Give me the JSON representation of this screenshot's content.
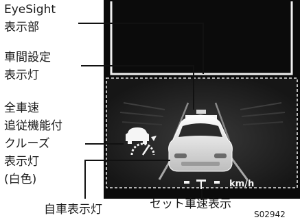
{
  "labels": {
    "eyesight_display": [
      "EyeSight",
      "表示部"
    ],
    "distance_setting_indicator": [
      "車間設定",
      "表示灯"
    ],
    "acc_indicator": [
      "全車速",
      "追従機能付",
      "クルーズ",
      "表示灯",
      "(白色)"
    ],
    "own_vehicle_indicator": "自車表示灯",
    "set_speed_display": "セット車速表示",
    "figure_code": "S02942"
  },
  "display": {
    "speed_unit": "km/h"
  },
  "colors": {
    "panel_bg": "#0c0c0c",
    "inner_bg": "#1e1e1e",
    "outline": "#f2f2f2",
    "leader_line": "#111111"
  },
  "icons": [
    "cruise-car-gauge-icon",
    "own-car-icon",
    "distance-bars-icon"
  ]
}
